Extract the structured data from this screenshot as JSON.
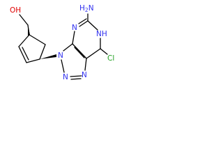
{
  "molecule": {
    "atoms": {
      "hydroxyl_oh": "OH",
      "amino_h2n": "H2N",
      "ring_n_top": "N",
      "ring_nh": "NH",
      "ring_n_triazole_n9": "N",
      "ring_n_triazole_a": "N",
      "ring_n_triazole_b": "N",
      "chloro": "Cl"
    },
    "colors": {
      "bond": "#000000",
      "nitrogen": "#3030f0",
      "oxygen": "#e00000",
      "chlorine": "#1fa01f"
    }
  }
}
